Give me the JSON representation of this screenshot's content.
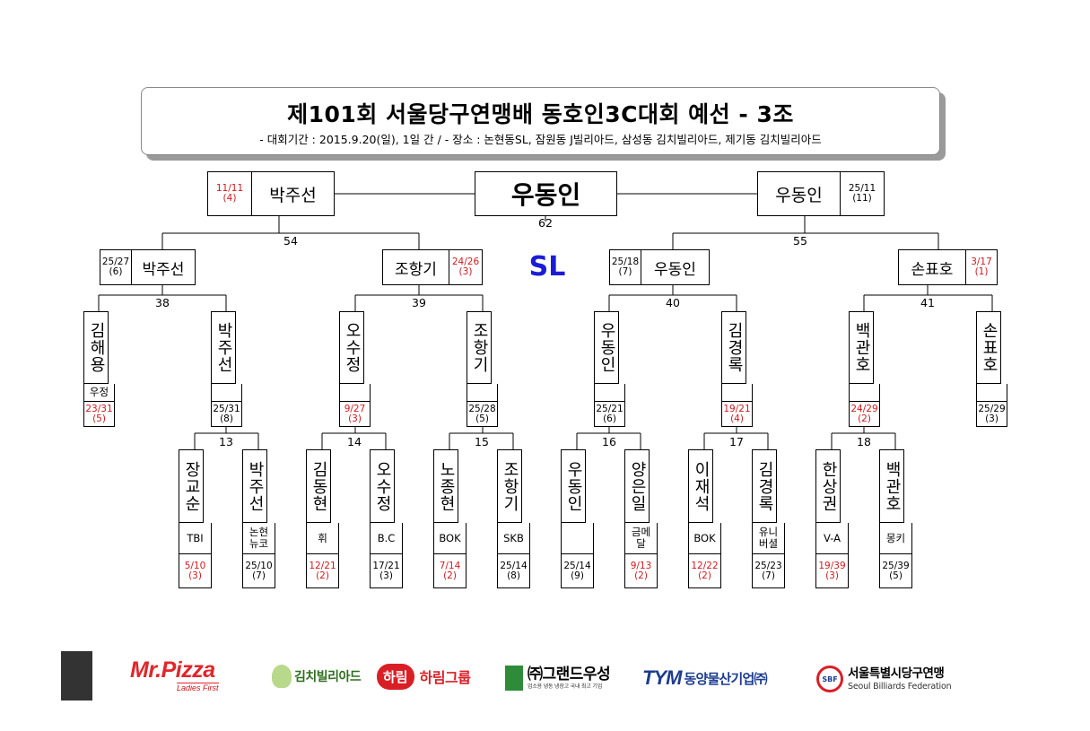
{
  "header": {
    "title": "제101회 서울당구연맹배 동호인3C대회 예선 - 3조",
    "subtitle": "- 대회기간 : 2015.9.20(일), 1일 간 / - 장소 : 논현동SL, 잠원동 J빌리아드, 삼성동 김치빌리아드, 제기동 김치빌리아드"
  },
  "venue_label": "SL",
  "final": {
    "winner": "우동인",
    "match_number": "62",
    "left": {
      "name": "박주선",
      "score": "11/11",
      "innings": "(4)"
    },
    "right": {
      "name": "우동인",
      "score": "25/11",
      "innings": "(11)"
    }
  },
  "semifinal_numbers": {
    "left": "54",
    "right": "55"
  },
  "round3": [
    {
      "name": "박주선",
      "score": "25/27",
      "innings": "(6)"
    },
    {
      "name": "조항기",
      "score": "24/26",
      "innings": "(3)"
    },
    {
      "name": "우동인",
      "score": "25/18",
      "innings": "(7)"
    },
    {
      "name": "손표호",
      "score": "3/17",
      "innings": "(1)"
    }
  ],
  "round2_numbers": [
    "38",
    "39",
    "40",
    "41"
  ],
  "round2": [
    {
      "name": "김해용",
      "club": "우정",
      "score": "23/31",
      "innings": "(5)"
    },
    {
      "name": "박주선",
      "club": "",
      "score": "25/31",
      "innings": "(8)"
    },
    {
      "name": "오수정",
      "club": "",
      "score": "9/27",
      "innings": "(3)"
    },
    {
      "name": "조항기",
      "club": "",
      "score": "25/28",
      "innings": "(5)"
    },
    {
      "name": "우동인",
      "club": "",
      "score": "25/21",
      "innings": "(6)"
    },
    {
      "name": "김경록",
      "club": "",
      "score": "19/21",
      "innings": "(4)"
    },
    {
      "name": "백관호",
      "club": "",
      "score": "24/29",
      "innings": "(2)"
    },
    {
      "name": "손표호",
      "club": "",
      "score": "25/29",
      "innings": "(3)"
    }
  ],
  "round1_numbers": [
    "13",
    "14",
    "15",
    "16",
    "17",
    "18"
  ],
  "round1": [
    {
      "name": "장교순",
      "club": "TBI",
      "score": "5/10",
      "innings": "(3)"
    },
    {
      "name": "박주선",
      "club": "논현 뉴코",
      "score": "25/10",
      "innings": "(7)"
    },
    {
      "name": "김동현",
      "club": "휘",
      "score": "12/21",
      "innings": "(2)"
    },
    {
      "name": "오수정",
      "club": "B.C",
      "score": "17/21",
      "innings": "(3)"
    },
    {
      "name": "노종현",
      "club": "BOK",
      "score": "7/14",
      "innings": "(2)"
    },
    {
      "name": "조항기",
      "club": "SKB",
      "score": "25/14",
      "innings": "(8)"
    },
    {
      "name": "우동인",
      "club": "",
      "score": "25/14",
      "innings": "(9)"
    },
    {
      "name": "양은일",
      "club": "금메 달",
      "score": "9/13",
      "innings": "(2)"
    },
    {
      "name": "이재석",
      "club": "BOK",
      "score": "12/22",
      "innings": "(2)"
    },
    {
      "name": "김경록",
      "club": "유니 버셜",
      "score": "25/23",
      "innings": "(7)"
    },
    {
      "name": "한상권",
      "club": "V-A",
      "score": "19/39",
      "innings": "(3)"
    },
    {
      "name": "백관호",
      "club": "몽키",
      "score": "25/39",
      "innings": "(5)"
    }
  ],
  "sponsors": {
    "mrpizza": {
      "name": "Mr.Pizza",
      "tagline": "Ladies First"
    },
    "kimchi": "김치빌리아드",
    "harim_badge": "하림",
    "harim": "하림그룹",
    "grand": "㈜그랜드우성",
    "grand_sub": "업소용 냉동 냉장고 국내 최고 기업",
    "tym_mark": "TYM",
    "tym": "동양물산기업㈜",
    "sbf_mark": "SBF",
    "sbf_kr": "서울특별시당구연맹",
    "sbf_en": "Seoul Billiards Federation"
  },
  "colors": {
    "loss_score": "#d0191e",
    "venue": "#1c1cd8",
    "mrpizza": "#e0262b",
    "tym": "#1d3c8f",
    "grand": "#2e8b3a"
  }
}
